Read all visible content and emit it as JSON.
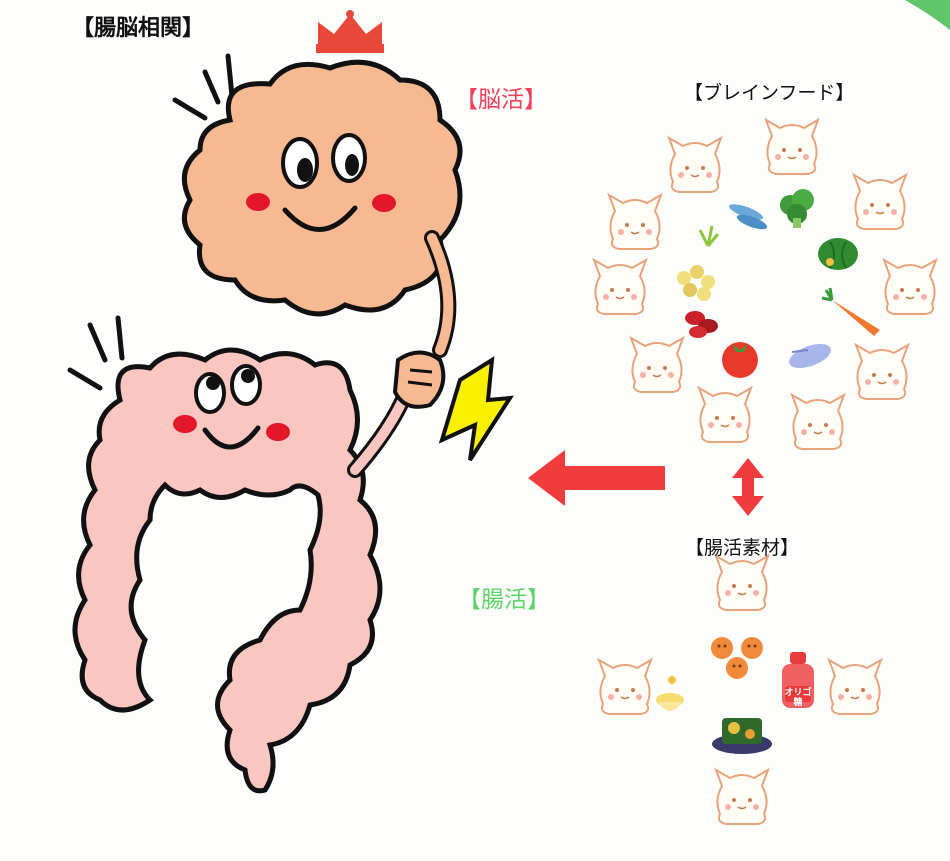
{
  "labels": {
    "title": "【腸脳相関】",
    "brain_activity": "【脳活】",
    "gut_activity": "【腸活】",
    "brain_food": "【ブレインフード】",
    "gut_materials": "【腸活素材】",
    "oligo_bottle": "オリゴ糖"
  },
  "colors": {
    "brain": "#f7b991",
    "intestine": "#f9c6c0",
    "cheek": "#e3162a",
    "crown": "#e8483a",
    "arrow": "#f03c3c",
    "spark": "#f8f000",
    "brain_label": "#f2405a",
    "gut_label": "#5cd66a"
  },
  "icons": {
    "crown": "crown-icon",
    "left_arrow": "arrow-left-icon",
    "updown_arrow": "arrow-updown-icon",
    "spark": "lightning-spark-icon",
    "mascot": "cat-mascot-icon",
    "foods": [
      "fish-icon",
      "broccoli-icon",
      "pumpkin-icon",
      "carrot-icon",
      "eggplant-icon",
      "tomato-icon",
      "beans-icon",
      "soybean-icon",
      "herb-icon"
    ],
    "gut_foods": [
      "natto-icon",
      "oligo-bottle-icon",
      "honey-icon",
      "fermented-food-icon"
    ]
  }
}
